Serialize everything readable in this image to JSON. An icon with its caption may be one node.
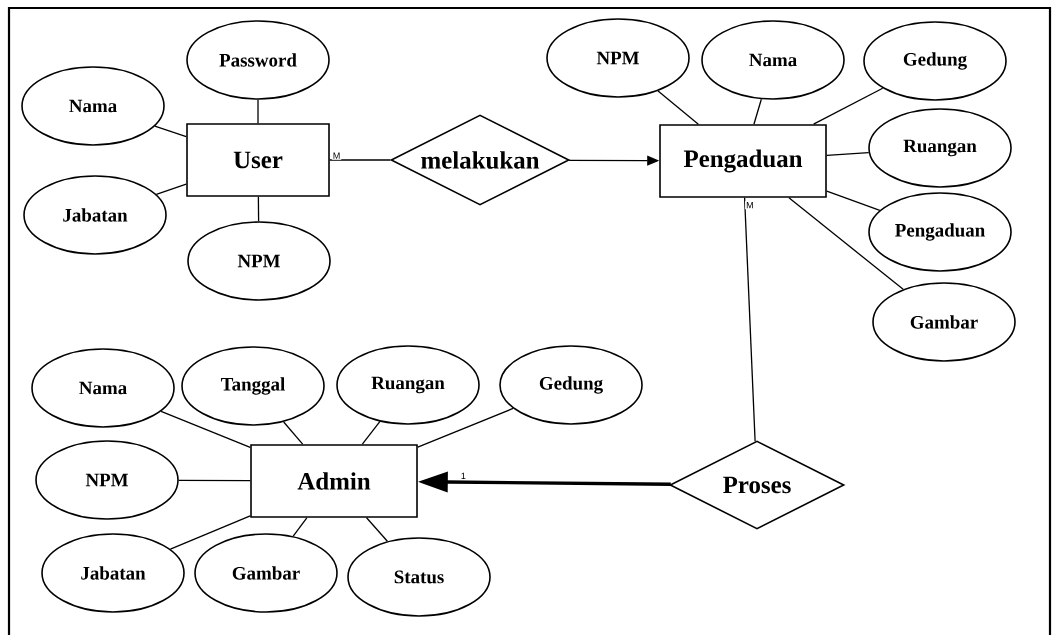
{
  "diagram": {
    "nodes": [
      {
        "text": [
          "User"
        ]
      },
      {
        "text": [
          "Password"
        ]
      },
      {
        "text": [
          "Nama"
        ]
      },
      {
        "text": [
          "Jabatan"
        ]
      },
      {
        "text": [
          "NPM"
        ]
      },
      {
        "text": [
          "melakukan"
        ]
      },
      {
        "text": [
          "Pengaduan"
        ]
      },
      {
        "text": [
          "NPM"
        ]
      },
      {
        "text": [
          "Nama"
        ]
      },
      {
        "text": [
          "Gedung"
        ]
      },
      {
        "text": [
          "Ruangan"
        ]
      },
      {
        "text": [
          "Pengaduan"
        ]
      },
      {
        "text": [
          "Gambar"
        ]
      },
      {
        "text": [
          "Proses"
        ]
      },
      {
        "text": [
          "Admin"
        ]
      },
      {
        "text": [
          "Nama"
        ]
      },
      {
        "text": [
          "Tanggal"
        ]
      },
      {
        "text": [
          "Ruangan"
        ]
      },
      {
        "text": [
          "Gedung"
        ]
      },
      {
        "text": [
          "NPM"
        ]
      },
      {
        "text": [
          "Jabatan"
        ]
      },
      {
        "text": [
          "Gambar"
        ]
      },
      {
        "text": [
          "Status"
        ]
      }
    ],
    "edges": [
      {
        "from": 0,
        "to": 1,
        "arrow": "none"
      },
      {
        "from": 0,
        "to": 2,
        "arrow": "none"
      },
      {
        "from": 0,
        "to": 3,
        "arrow": "none"
      },
      {
        "from": 0,
        "to": 4,
        "arrow": "none"
      },
      {
        "from": 0,
        "to": 5,
        "arrow": "none",
        "label": "M"
      },
      {
        "from": 5,
        "to": 6,
        "arrow": "to"
      },
      {
        "from": 6,
        "to": 7,
        "arrow": "none"
      },
      {
        "from": 6,
        "to": 8,
        "arrow": "none"
      },
      {
        "from": 6,
        "to": 9,
        "arrow": "none"
      },
      {
        "from": 6,
        "to": 10,
        "arrow": "none"
      },
      {
        "from": 6,
        "to": 11,
        "arrow": "none"
      },
      {
        "from": 6,
        "to": 12,
        "arrow": "none"
      },
      {
        "from": 6,
        "to": 13,
        "arrow": "none",
        "label": "M"
      },
      {
        "from": 13,
        "to": 14,
        "arrow": "to",
        "label": "1",
        "style": "thick"
      },
      {
        "from": 14,
        "to": 15,
        "arrow": "none"
      },
      {
        "from": 14,
        "to": 16,
        "arrow": "none"
      },
      {
        "from": 14,
        "to": 17,
        "arrow": "none"
      },
      {
        "from": 14,
        "to": 18,
        "arrow": "none"
      },
      {
        "from": 14,
        "to": 19,
        "arrow": "none"
      },
      {
        "from": 14,
        "to": 20,
        "arrow": "none"
      },
      {
        "from": 14,
        "to": 21,
        "arrow": "none"
      },
      {
        "from": 14,
        "to": 22,
        "arrow": "none"
      }
    ]
  }
}
